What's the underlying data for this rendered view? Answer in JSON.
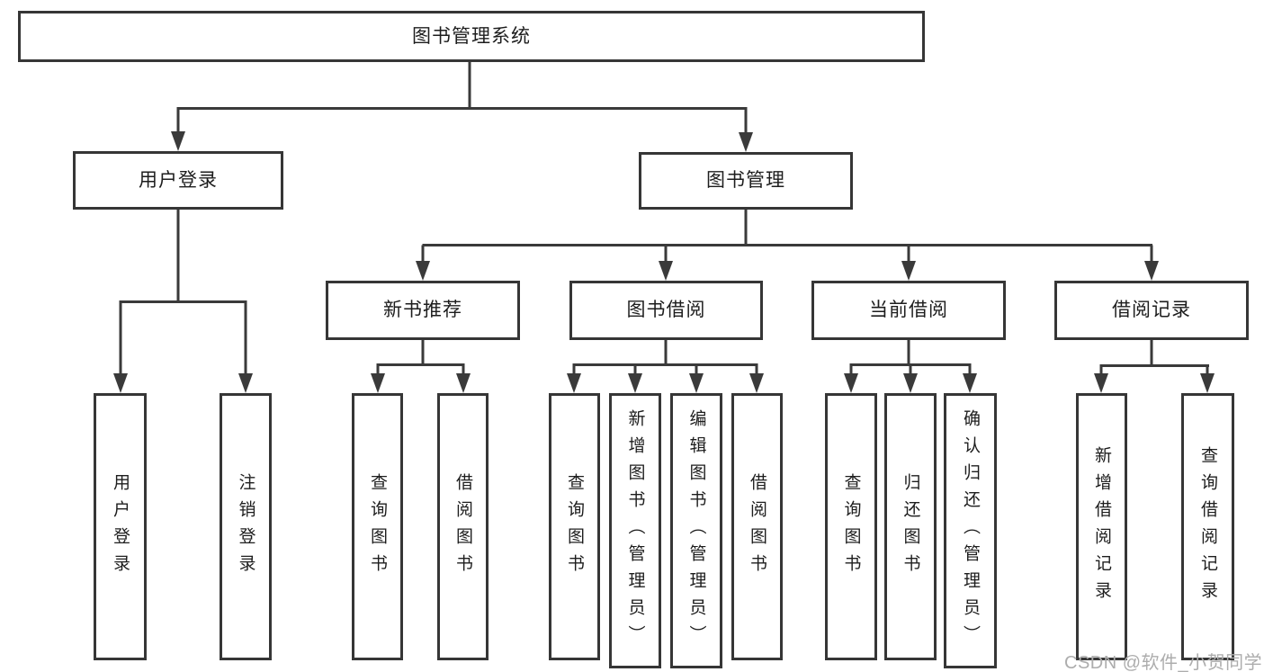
{
  "diagram_type": "hierarchy-tree",
  "colors": {
    "line": "#3a3a3a",
    "box_border": "#363636",
    "text": "#1d1d1d",
    "background": "#ffffff",
    "watermark": "#adadad"
  },
  "tree": {
    "label": "图书管理系统",
    "children": [
      {
        "label": "用户登录",
        "children": [
          {
            "label": "用户登录"
          },
          {
            "label": "注销登录"
          }
        ]
      },
      {
        "label": "图书管理",
        "children": [
          {
            "label": "新书推荐",
            "children": [
              {
                "label": "查询图书"
              },
              {
                "label": "借阅图书"
              }
            ]
          },
          {
            "label": "图书借阅",
            "children": [
              {
                "label": "查询图书"
              },
              {
                "label": "新增图书（管理员）"
              },
              {
                "label": "编辑图书（管理员）"
              },
              {
                "label": "借阅图书"
              }
            ]
          },
          {
            "label": "当前借阅",
            "children": [
              {
                "label": "查询图书"
              },
              {
                "label": "归还图书"
              },
              {
                "label": "确认归还（管理员）"
              }
            ]
          },
          {
            "label": "借阅记录",
            "children": [
              {
                "label": "新增借阅记录"
              },
              {
                "label": "查询借阅记录"
              }
            ]
          }
        ]
      }
    ]
  },
  "watermark": {
    "text": "CSDN @软件_小贺同学"
  }
}
